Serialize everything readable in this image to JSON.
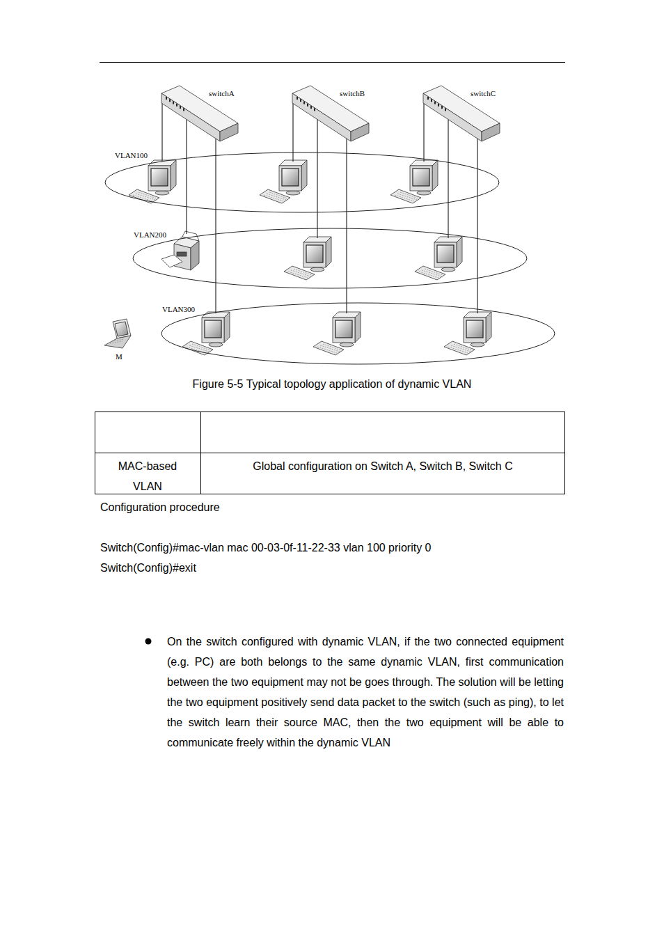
{
  "diagram": {
    "caption": "Figure 5-5 Typical topology application of dynamic VLAN",
    "nodes": [
      {
        "text": [
          "switchA"
        ]
      },
      {
        "text": [
          "switchB"
        ]
      },
      {
        "text": [
          "switchC"
        ]
      },
      {
        "text": [
          "VLAN100"
        ]
      },
      {
        "text": [
          "VLAN200"
        ]
      },
      {
        "text": [
          "VLAN300"
        ]
      },
      {
        "text": [
          "M"
        ]
      }
    ],
    "edges": [
      {
        "from": 0,
        "to": 3,
        "arrow": "none"
      },
      {
        "from": 0,
        "to": 4,
        "arrow": "none"
      },
      {
        "from": 0,
        "to": 5,
        "arrow": "none"
      },
      {
        "from": 1,
        "to": 3,
        "arrow": "none"
      },
      {
        "from": 1,
        "to": 4,
        "arrow": "none"
      },
      {
        "from": 1,
        "to": 5,
        "arrow": "none"
      },
      {
        "from": 2,
        "to": 3,
        "arrow": "none"
      },
      {
        "from": 2,
        "to": 4,
        "arrow": "none"
      },
      {
        "from": 2,
        "to": 5,
        "arrow": "none"
      }
    ],
    "labels": [
      "MAC-based VLAN",
      "Global configuration on Switch A, Switch B, Switch C",
      "Configuration procedure",
      "Switch(Config)#mac-vlan mac 00-03-0f-11-22-33 vlan 100 priority 0",
      "Switch(Config)#exit",
      "On the switch configured with dynamic VLAN, if the two connected equipment (e.g. PC) are both belongs to the same dynamic VLAN, first communication between the two equipment may not be goes through. The solution will be letting the two equipment positively send data packet to the switch (such as ping), to let the switch learn their source MAC, then the two equipment will be able to communicate freely within the dynamic VLAN"
    ]
  }
}
